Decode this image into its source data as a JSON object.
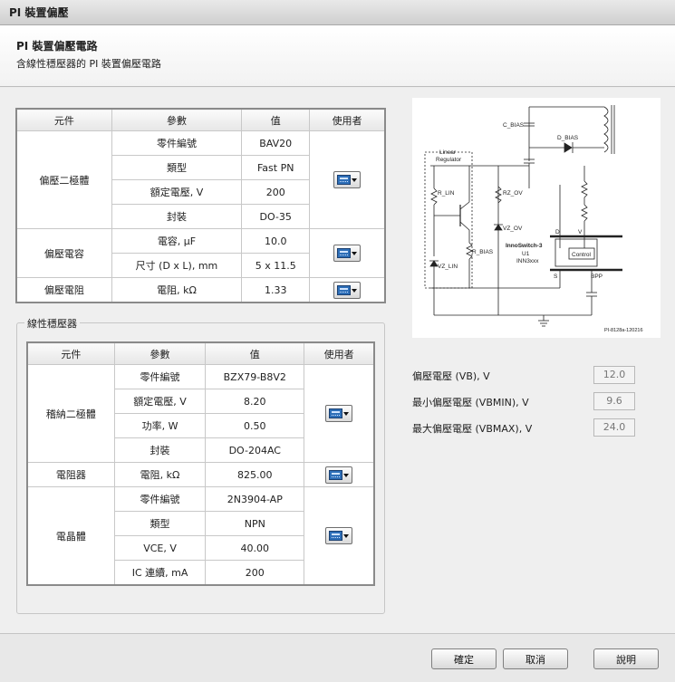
{
  "window": {
    "title": "PI 裝置偏壓"
  },
  "header": {
    "title": "PI 裝置偏壓電路",
    "subtitle": "含線性穩壓器的 PI 裝置偏壓電路"
  },
  "columns": {
    "component": "元件",
    "parameter": "參數",
    "value": "值",
    "user": "使用者"
  },
  "bias_table": {
    "groups": [
      {
        "name": "偏壓二極體",
        "rows": [
          {
            "param": "零件編號",
            "value": "BAV20"
          },
          {
            "param": "類型",
            "value": "Fast PN"
          },
          {
            "param": "額定電壓, V",
            "value": "200"
          },
          {
            "param": "封裝",
            "value": "DO-35"
          }
        ]
      },
      {
        "name": "偏壓電容",
        "rows": [
          {
            "param": "電容, µF",
            "value": "10.0"
          },
          {
            "param": "尺寸 (D x L), mm",
            "value": "5 x 11.5"
          }
        ]
      },
      {
        "name": "偏壓電阻",
        "rows": [
          {
            "param": "電阻, kΩ",
            "value": "1.33"
          }
        ]
      }
    ]
  },
  "regulator": {
    "legend": "線性穩壓器",
    "groups": [
      {
        "name": "稽納二極體",
        "rows": [
          {
            "param": "零件編號",
            "value": "BZX79-B8V2"
          },
          {
            "param": "額定電壓, V",
            "value": "8.20"
          },
          {
            "param": "功率, W",
            "value": "0.50"
          },
          {
            "param": "封裝",
            "value": "DO-204AC"
          }
        ]
      },
      {
        "name": "電阻器",
        "rows": [
          {
            "param": "電阻, kΩ",
            "value": "825.00"
          }
        ]
      },
      {
        "name": "電晶體",
        "rows": [
          {
            "param": "零件編號",
            "value": "2N3904-AP"
          },
          {
            "param": "類型",
            "value": "NPN"
          },
          {
            "param": "VCE, V",
            "value": "40.00"
          },
          {
            "param": "IC 連續, mA",
            "value": "200"
          }
        ]
      }
    ]
  },
  "schematic": {
    "labels": {
      "c_bias": "C_BIAS",
      "d_bias": "D_BIAS",
      "linear": "Linear",
      "regulator": "Regulator",
      "r_lin": "R_LIN",
      "rz_ov": "RZ_OV",
      "vz_ov": "VZ_OV",
      "r_bias": "R_BIAS",
      "vz_lin": "VZ_LIN",
      "ic_name": "InnoSwitch-3",
      "u1": "U1",
      "ic_part": "INN3xxx",
      "control": "Control",
      "d": "D",
      "v": "V",
      "s": "S",
      "bpp": "BPP",
      "ref": "PI-8128a-120216"
    }
  },
  "params": [
    {
      "label": "偏壓電壓 (VB), V",
      "value": "12.0"
    },
    {
      "label": "最小偏壓電壓 (VBMIN), V",
      "value": "9.6"
    },
    {
      "label": "最大偏壓電壓 (VBMAX), V",
      "value": "24.0"
    }
  ],
  "buttons": {
    "ok": "確定",
    "cancel": "取消",
    "help": "說明"
  },
  "icons": {
    "user_button": "calculator-dropdown-icon"
  }
}
